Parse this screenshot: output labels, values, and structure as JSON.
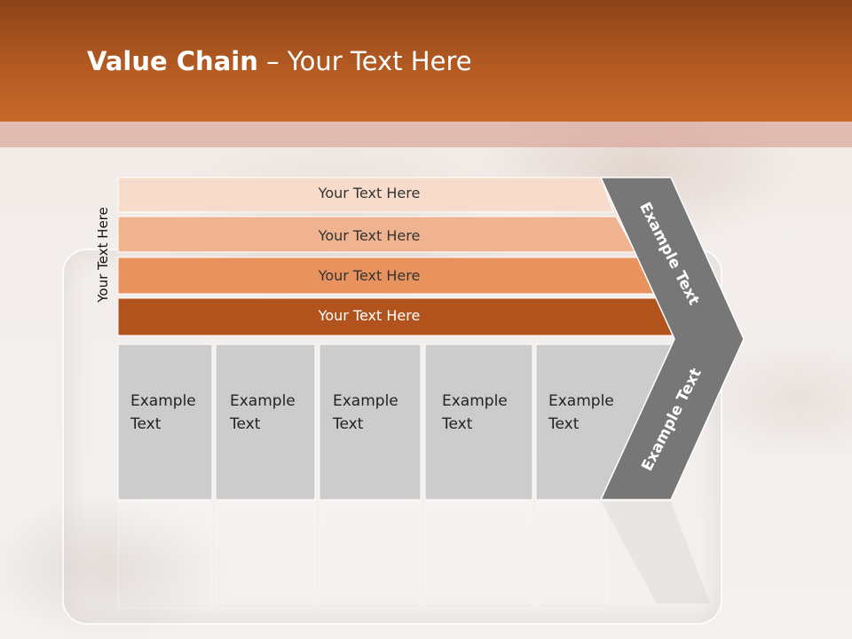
{
  "slide": {
    "title_bold": "Value Chain",
    "title_rest": " – Your Text Here",
    "side_label": "Your Text Here"
  },
  "bars": [
    {
      "label": "Your Text Here",
      "color": "#f8dccb",
      "text_color": "#333333"
    },
    {
      "label": "Your Text Here",
      "color": "#efb48f",
      "text_color": "#333333"
    },
    {
      "label": "Your Text Here",
      "color": "#e8935e",
      "text_color": "#333333"
    },
    {
      "label": "Your Text Here",
      "color": "#b2531d",
      "text_color": "#ffffff"
    }
  ],
  "columns": [
    {
      "line1": "Example",
      "line2": "Text"
    },
    {
      "line1": "Example",
      "line2": "Text"
    },
    {
      "line1": "Example",
      "line2": "Text"
    },
    {
      "line1": "Example",
      "line2": "Text"
    },
    {
      "line1": "Example",
      "line2": "Text"
    }
  ],
  "chevron": {
    "upper_label": "Example Text",
    "lower_label": "Example Text",
    "color": "#777777"
  },
  "colors": {
    "header": "#b35a22",
    "cell_fill": "#cccccc"
  }
}
